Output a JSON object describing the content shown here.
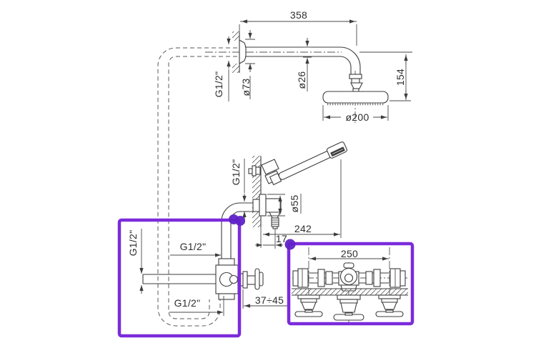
{
  "drawing": {
    "type": "technical-installation-diagram",
    "subject": "wall-mounted shower set: overhead shower arm, hand shower outlet and stop-valve group",
    "colors": {
      "line": "#3d3d3d",
      "highlight_box": "#7b2bdb",
      "highlight_dot": "#6023c6",
      "background": "#ffffff"
    },
    "labels": {
      "arm_length": "358",
      "head_drop": "154",
      "arm_thread": "G1/2\"",
      "flange_diameter": "ø73",
      "arm_diameter": "ø26",
      "head_diameter": "ø200",
      "outlet_thread": "G1/2\"",
      "outlet_flange_diameter": "ø55",
      "handshower_reach": "242",
      "wall_offset": "17",
      "valve_inlet_thread": "G1/2\"",
      "valve_top_thread": "G1/2\"",
      "valve_bottom_thread": "G1/2\"",
      "mounting_depth_range": "37÷45",
      "valve_group_spacing": "250"
    }
  }
}
